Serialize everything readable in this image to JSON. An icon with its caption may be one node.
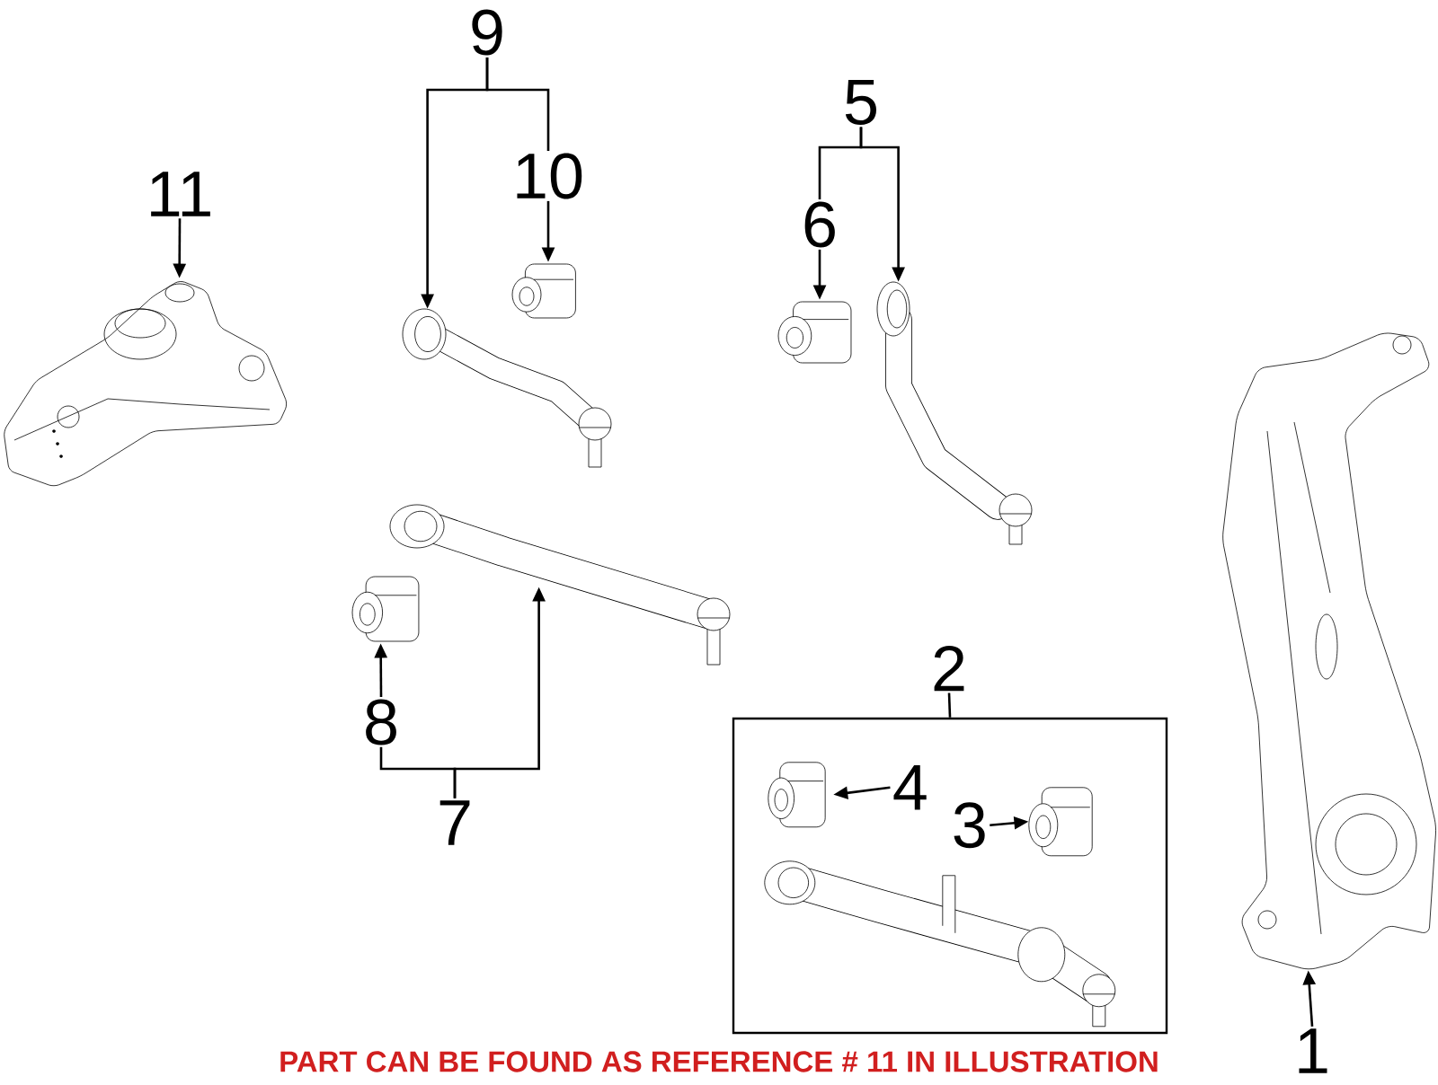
{
  "diagram": {
    "caption": "PART CAN BE FOUND AS REFERENCE # 11 IN ILLUSTRATION",
    "nodes": [
      {
        "text": [
          "11"
        ]
      },
      {
        "text": [],
        "shape": "picture"
      },
      {
        "text": [
          "9"
        ]
      },
      {
        "text": [
          "10"
        ]
      },
      {
        "text": [],
        "shape": "picture"
      },
      {
        "text": [],
        "shape": "picture"
      },
      {
        "text": [
          "5"
        ]
      },
      {
        "text": [
          "6"
        ]
      },
      {
        "text": [],
        "shape": "picture"
      },
      {
        "text": [],
        "shape": "picture"
      },
      {
        "text": [],
        "shape": "picture"
      },
      {
        "text": [],
        "shape": "picture"
      },
      {
        "text": [],
        "shape": "picture"
      },
      {
        "text": [
          "8"
        ]
      },
      {
        "text": [
          "7"
        ]
      },
      {
        "text": [
          "2"
        ]
      },
      {
        "text": [],
        "shape": "box"
      },
      {
        "text": [],
        "shape": "picture",
        "in": 16
      },
      {
        "text": [
          "4"
        ],
        "in": 16
      },
      {
        "text": [
          "3"
        ],
        "in": 16
      },
      {
        "text": [],
        "shape": "picture",
        "in": 16
      },
      {
        "text": [],
        "shape": "picture",
        "in": 16
      },
      {
        "text": [
          "1"
        ]
      }
    ],
    "edges": [
      {
        "from": 0,
        "to": 1,
        "arrow": "to"
      },
      {
        "from": 2,
        "to": 4,
        "arrow": "to"
      },
      {
        "from": 2,
        "to": 3,
        "arrow": "none"
      },
      {
        "from": 3,
        "to": 5,
        "arrow": "to"
      },
      {
        "from": 6,
        "to": 9,
        "arrow": "to"
      },
      {
        "from": 6,
        "to": 7,
        "arrow": "none"
      },
      {
        "from": 7,
        "to": 8,
        "arrow": "to"
      },
      {
        "from": 13,
        "to": 12,
        "arrow": "to"
      },
      {
        "from": 14,
        "to": 11,
        "arrow": "to"
      },
      {
        "from": 14,
        "to": 13,
        "arrow": "none"
      },
      {
        "from": 15,
        "to": 16,
        "arrow": "none"
      },
      {
        "from": 18,
        "to": 17,
        "arrow": "to"
      },
      {
        "from": 19,
        "to": 20,
        "arrow": "to"
      },
      {
        "from": 22,
        "to": 10,
        "arrow": "to"
      }
    ]
  }
}
